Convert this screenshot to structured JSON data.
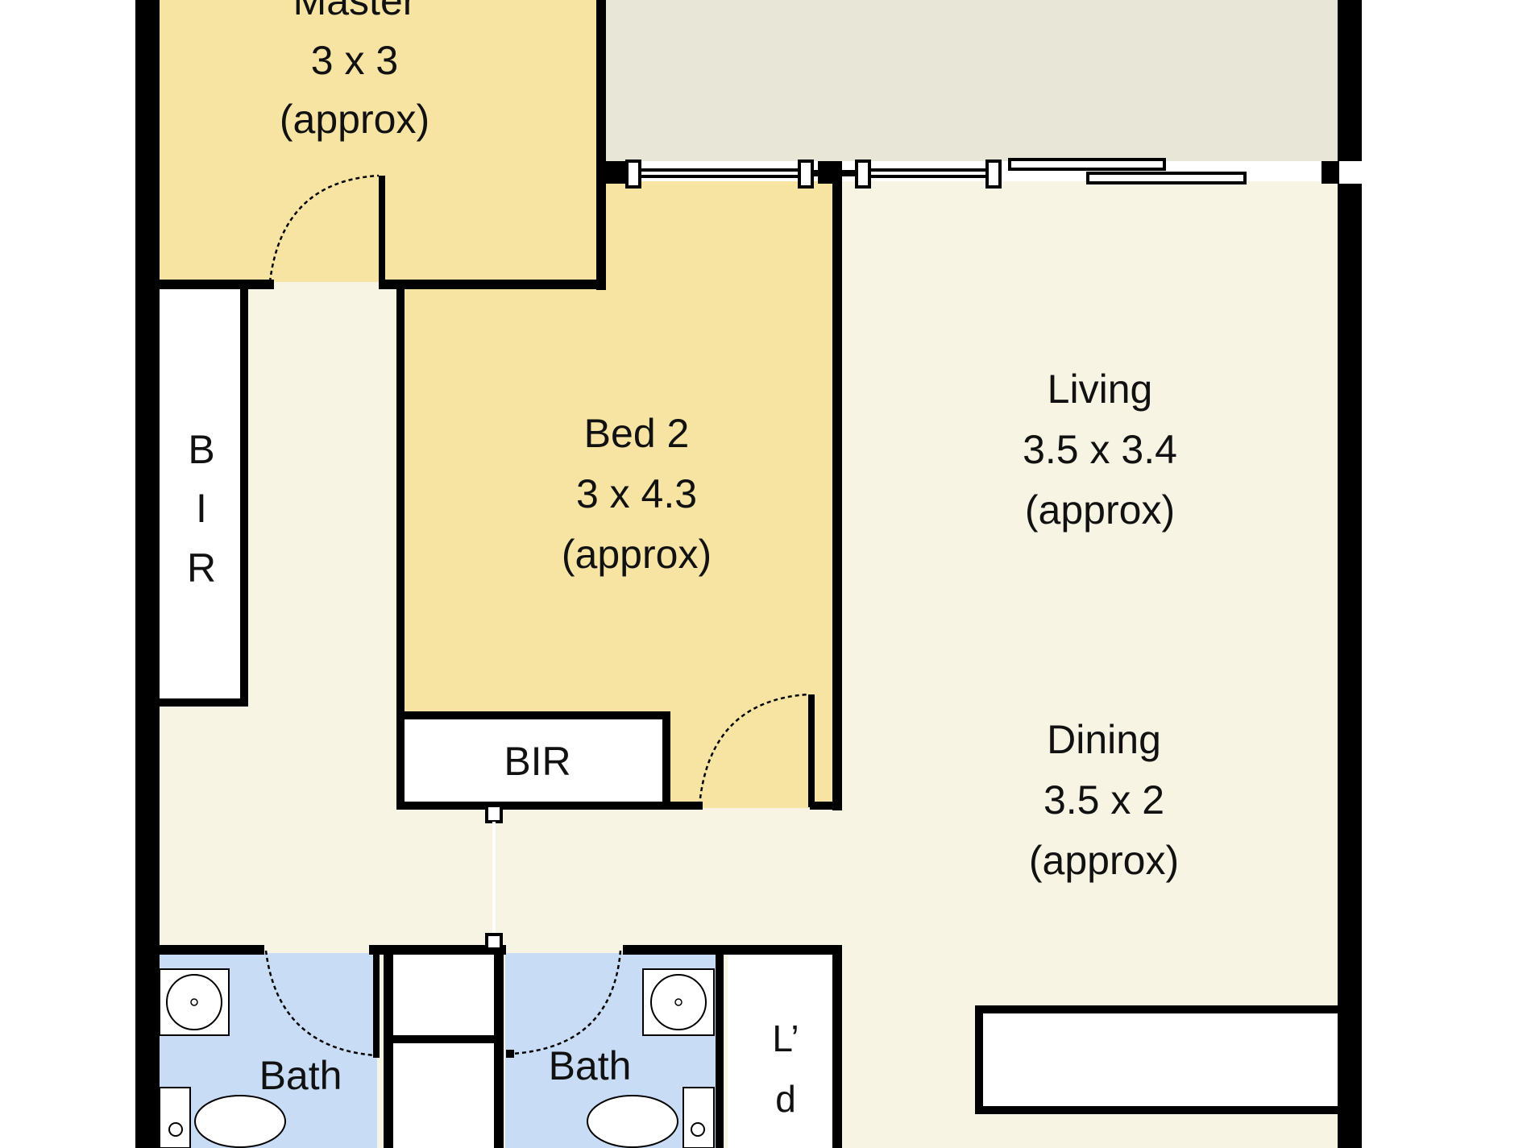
{
  "colors": {
    "wall": "#000000",
    "bedroom": "#f7e4a3",
    "living": "#f8f4e3",
    "balcony": "#e8e6d7",
    "bath": "#c8ddf5",
    "fixture": "#ffffff"
  },
  "rooms": {
    "master": {
      "name": "Master",
      "size": "3 x 3",
      "note": "(approx)"
    },
    "bed2": {
      "name": "Bed 2",
      "size": "3 x 4.3",
      "note": "(approx)"
    },
    "living": {
      "name": "Living",
      "size": "3.5 x 3.4",
      "note": "(approx)"
    },
    "dining": {
      "name": "Dining",
      "size": "3.5 x 2",
      "note": "(approx)"
    },
    "bath_left": {
      "name": "Bath"
    },
    "bath_right": {
      "name": "Bath"
    },
    "bir_vertical": {
      "letters": [
        "B",
        "I",
        "R"
      ]
    },
    "bir_bed2": {
      "name": "BIR"
    },
    "laundry": {
      "letters": [
        "L’",
        "d"
      ]
    }
  }
}
